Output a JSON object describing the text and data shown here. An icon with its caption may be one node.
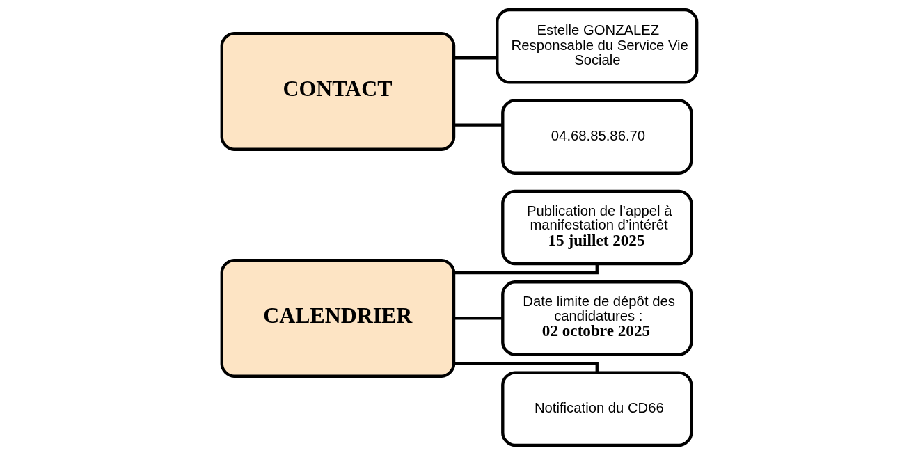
{
  "diagram": {
    "nodes": [
      {
        "text": [
          "CALENDRIER"
        ]
      },
      {
        "text": [
          "Publication de l’appel à manifestation d’intérêt",
          "15 juillet 2025"
        ]
      },
      {
        "text": [
          "Date limite de dépôt des candidatures :",
          "02 octobre 2025"
        ]
      },
      {
        "text": [
          "Notification du CD66"
        ]
      },
      {
        "text": [
          "CONTACT"
        ]
      },
      {
        "text": [
          "Estelle GONZALEZ Responsable du Service Vie Sociale"
        ]
      },
      {
        "text": [
          "04.68.85.86.70"
        ]
      }
    ],
    "edges": [
      {
        "from": 0,
        "to": 1,
        "arrow": "none"
      },
      {
        "from": 0,
        "to": 2,
        "arrow": "none"
      },
      {
        "from": 0,
        "to": 3,
        "arrow": "none"
      },
      {
        "from": 4,
        "to": 5,
        "arrow": "none"
      },
      {
        "from": 4,
        "to": 6,
        "arrow": "none"
      }
    ]
  }
}
